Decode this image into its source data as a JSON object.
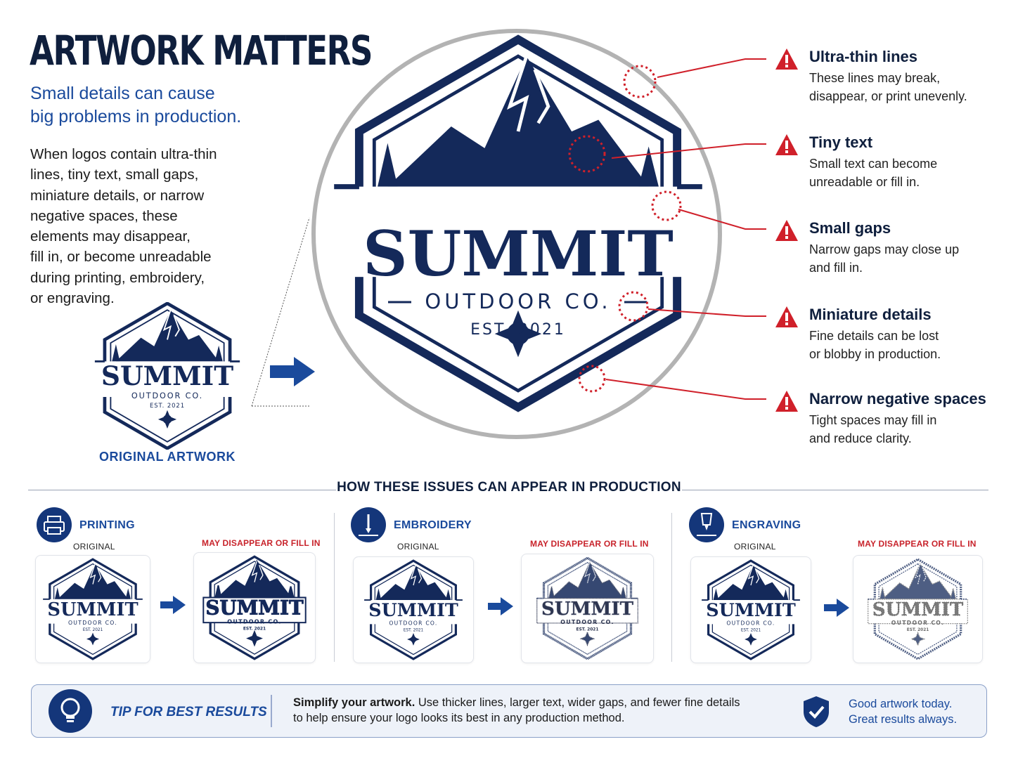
{
  "header": {
    "title": "ARTWORK MATTERS",
    "subtitle_line1": "Small details can cause",
    "subtitle_line2": "big problems in production.",
    "body_lines": [
      "When logos contain ultra-thin",
      "lines, tiny text, small gaps,",
      "miniature details, or narrow",
      "negative spaces, these",
      "elements may disappear,",
      "fill in, or become unreadable",
      "during printing, embroidery,",
      "or engraving."
    ]
  },
  "logo": {
    "name": "SUMMIT",
    "tagline": "OUTDOOR CO.",
    "established": "EST. 2021",
    "original_label": "ORIGINAL ARTWORK"
  },
  "callouts": [
    {
      "title": "Ultra-thin lines",
      "desc1": "These lines may break,",
      "desc2": "disappear, or print unevenly."
    },
    {
      "title": "Tiny text",
      "desc1": "Small text can become",
      "desc2": "unreadable or fill in."
    },
    {
      "title": "Small gaps",
      "desc1": "Narrow gaps may close up",
      "desc2": "and fill in."
    },
    {
      "title": "Miniature details",
      "desc1": "Fine details can be lost",
      "desc2": "or blobby in production."
    },
    {
      "title": "Narrow negative spaces",
      "desc1": "Tight spaces may fill in",
      "desc2": "and reduce clarity."
    }
  ],
  "production": {
    "section_title": "HOW THESE ISSUES CAN APPEAR IN PRODUCTION",
    "original_label": "ORIGINAL",
    "problem_label": "MAY DISAPPEAR OR FILL IN",
    "methods": [
      {
        "label": "PRINTING",
        "icon": "printer-icon"
      },
      {
        "label": "EMBROIDERY",
        "icon": "embroidery-needle-icon"
      },
      {
        "label": "ENGRAVING",
        "icon": "engraving-tool-icon"
      }
    ]
  },
  "tip": {
    "title": "TIP FOR BEST RESULTS",
    "bold_lead": "Simplify your artwork.",
    "text_line1_rest": " Use thicker lines, larger text, wider gaps, and fewer fine details",
    "text_line2": "to help ensure your logo looks its best in any production method.",
    "right_line1": "Good artwork today.",
    "right_line2": "Great results always."
  },
  "colors": {
    "navy": "#14295a",
    "accent_blue": "#1a4a9c",
    "warning_red": "#d0202a",
    "zoom_circle_gray": "#b3b3b3"
  }
}
